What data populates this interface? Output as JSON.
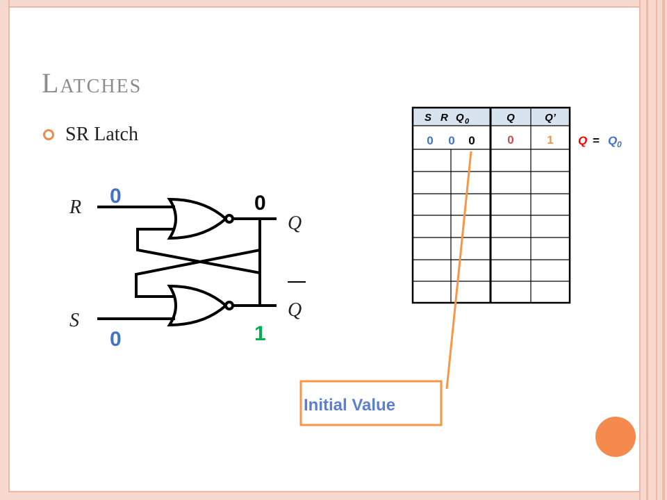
{
  "slide": {
    "title": "Latches",
    "bullet": "SR Latch"
  },
  "circuit": {
    "input_r_label": "R",
    "input_s_label": "S",
    "output_q_label": "Q",
    "output_qbar_label": "Q",
    "r_value": "0",
    "s_value": "0",
    "q_value": "0",
    "qbar_value": "1"
  },
  "truth_table": {
    "header_s": "S",
    "header_r": "R",
    "header_q0": "Q",
    "header_q0_sub": "0",
    "header_q": "Q",
    "header_qprime": "Q’",
    "row1": {
      "s": "0",
      "r": "0",
      "q0": "0",
      "q": "0",
      "qprime": "1"
    },
    "note_q": "Q",
    "note_eq": "=",
    "note_q0": "Q",
    "note_q0_sub": "0",
    "empty_rows": 7
  },
  "callout": {
    "label": "Initial Value"
  },
  "colors": {
    "blue": "#4472c4",
    "green": "#00b050",
    "orange": "#f79646",
    "brown": "#c0504d",
    "accent": "#f08a4b",
    "title_gray": "#8b8b8b",
    "callout_text": "#5b7fd1",
    "note_red": "#ff0000"
  }
}
